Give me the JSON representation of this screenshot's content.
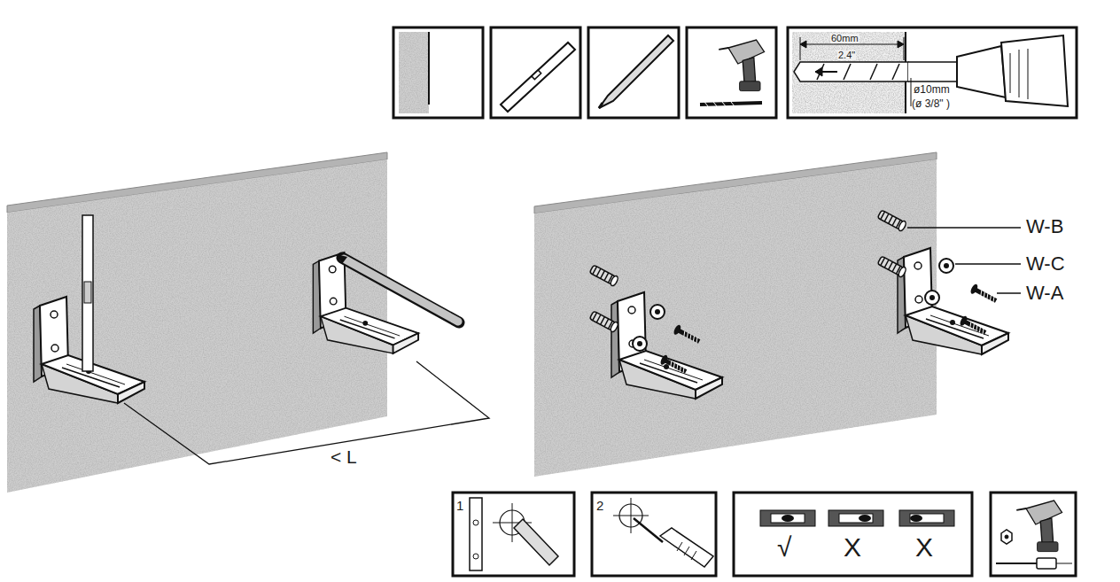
{
  "diagram": {
    "labels": [
      "60mm",
      "2.4\"",
      "ø10mm",
      "(ø  3/8\" )",
      "< L",
      "W-B",
      "W-C",
      "W-A",
      "1",
      "2",
      "√",
      "X",
      "X"
    ]
  }
}
